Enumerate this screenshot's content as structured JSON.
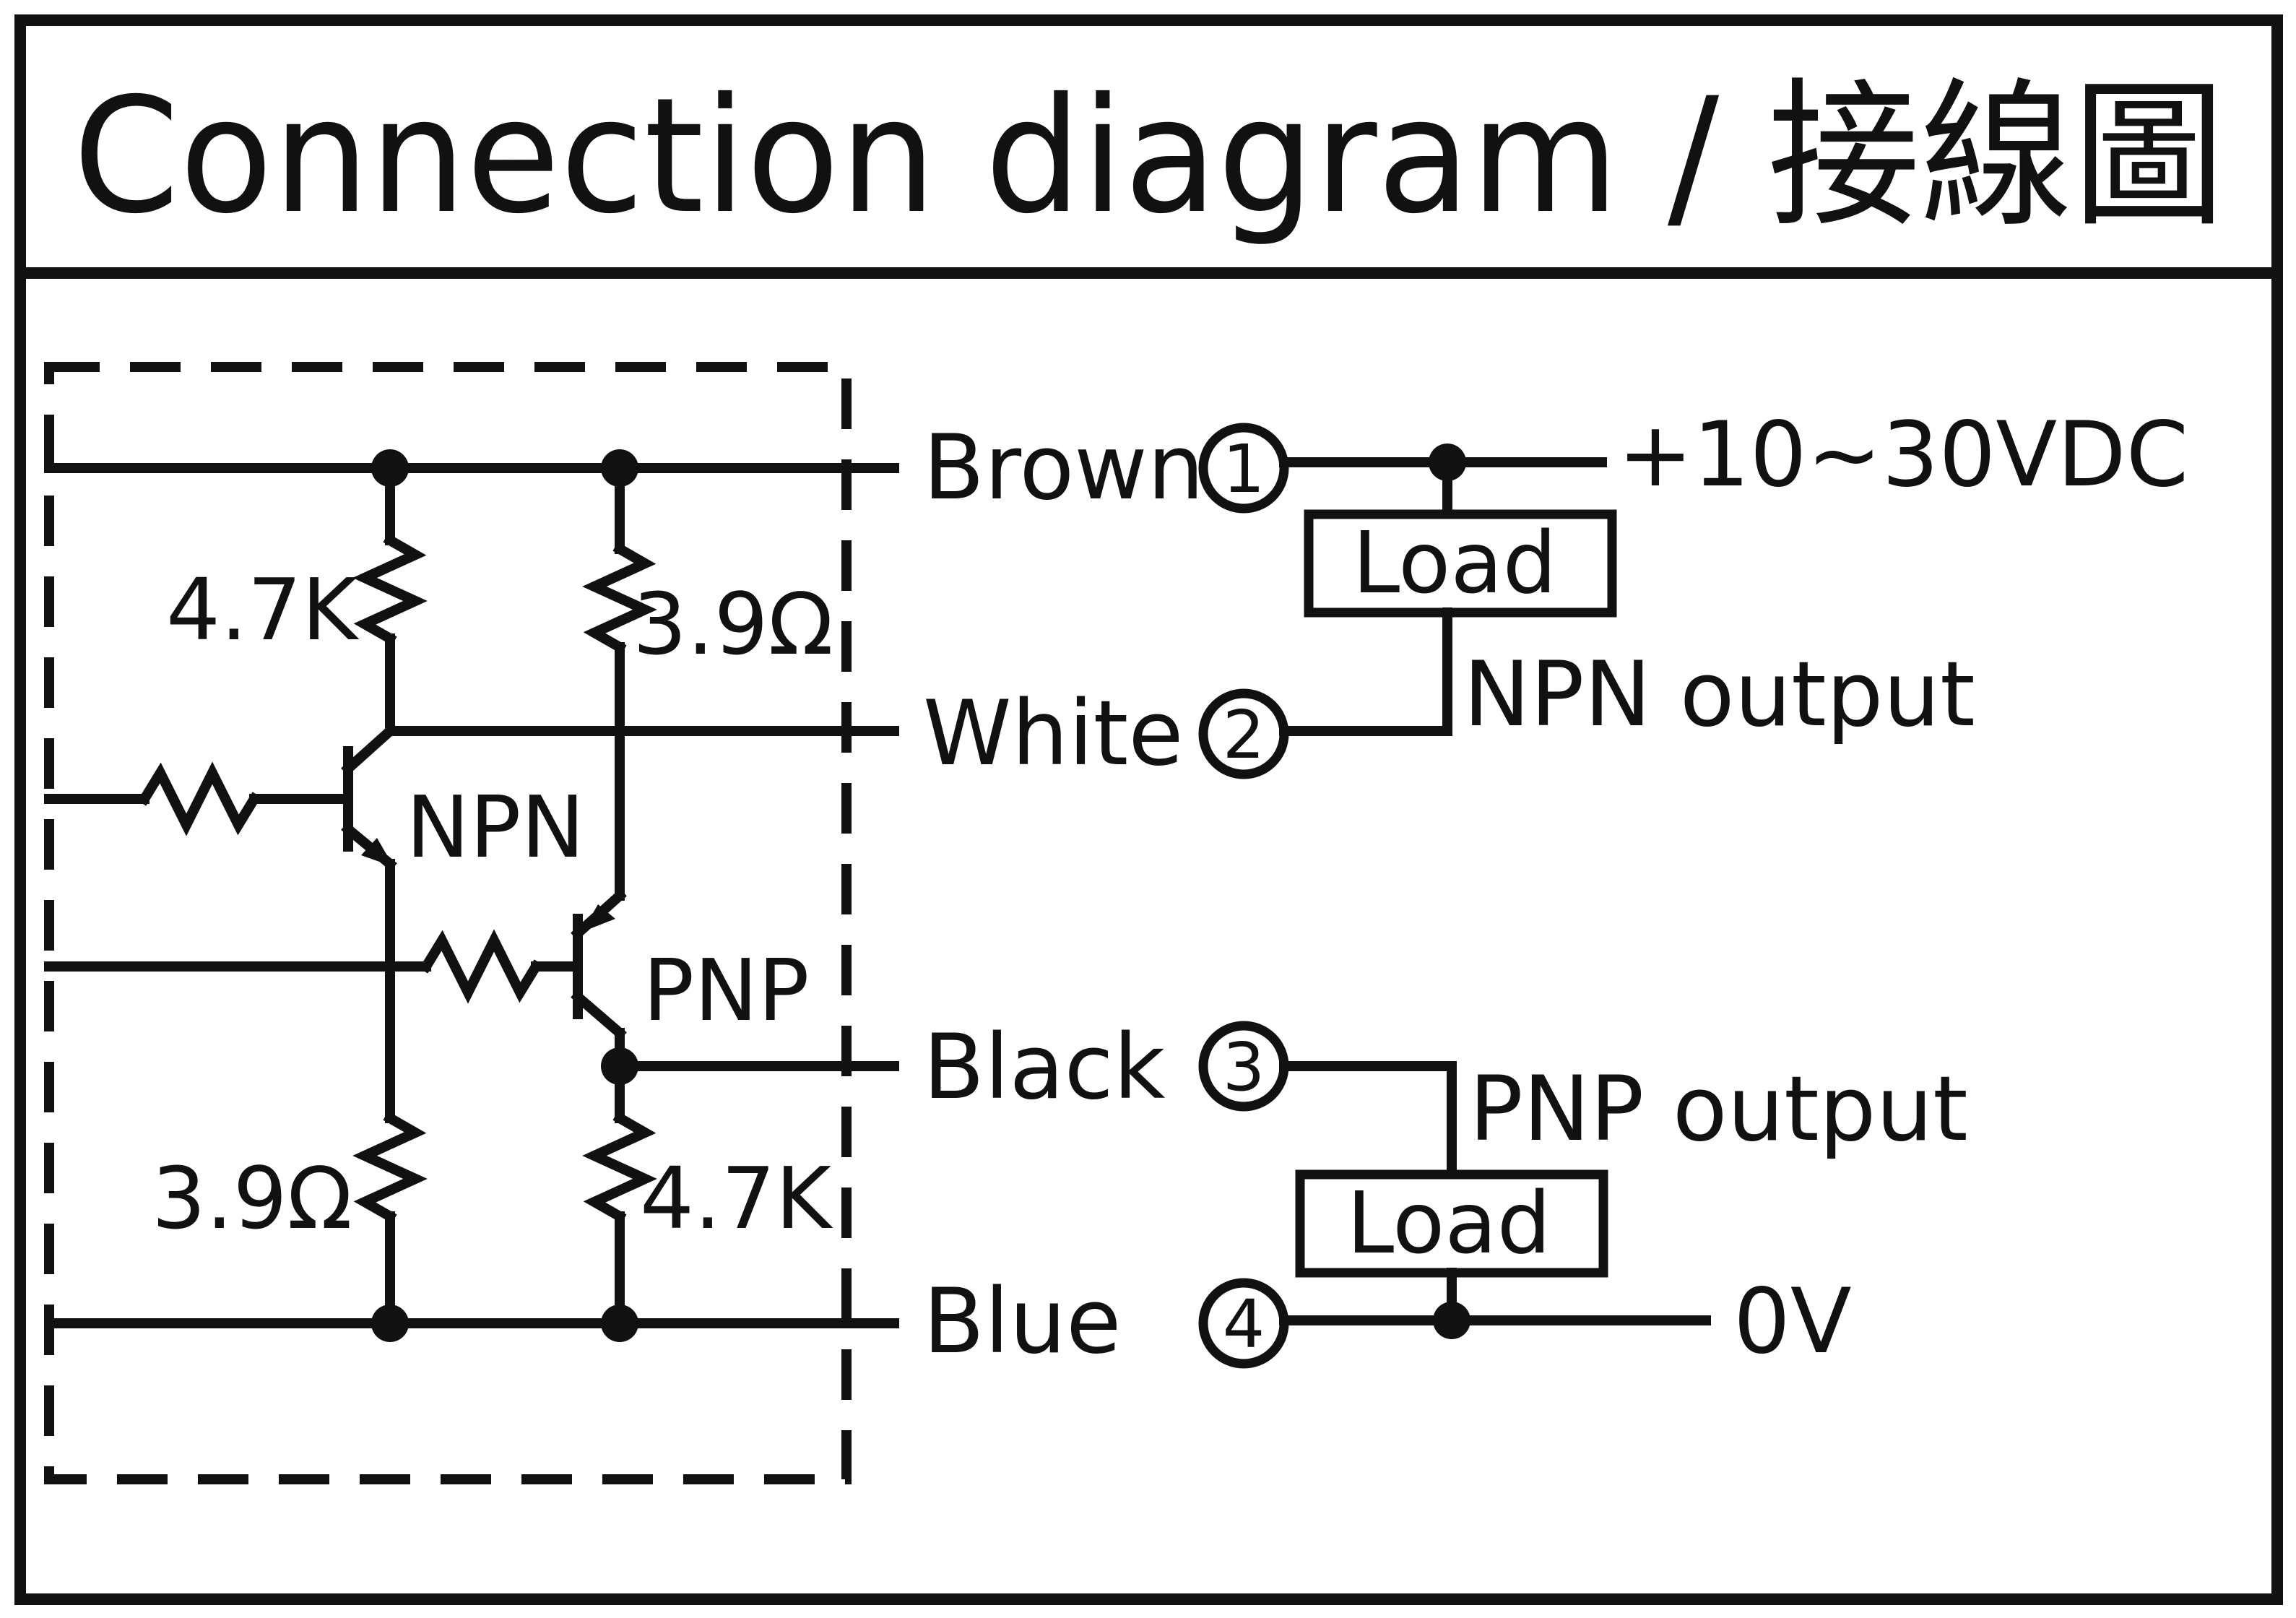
{
  "title": "Connection diagram / 接線圖",
  "wires": {
    "brown": {
      "label": "Brown",
      "terminal": "1"
    },
    "white": {
      "label": "White",
      "terminal": "2"
    },
    "black": {
      "label": "Black",
      "terminal": "3"
    },
    "blue": {
      "label": "Blue",
      "terminal": "4"
    }
  },
  "internal": {
    "r_npn_collector": "4.7K",
    "r_pnp_emitter": "3.9Ω",
    "npn_label": "NPN",
    "pnp_label": "PNP",
    "r_npn_emitter": "3.9Ω",
    "r_pnp_collector": "4.7K"
  },
  "external": {
    "supply": "+10~30VDC",
    "ground": "0V",
    "load_top": "Load",
    "load_bottom": "Load",
    "npn_output": "NPN output",
    "pnp_output": "PNP output"
  },
  "colors": {
    "ink": "#111111",
    "background": "#ffffff"
  }
}
